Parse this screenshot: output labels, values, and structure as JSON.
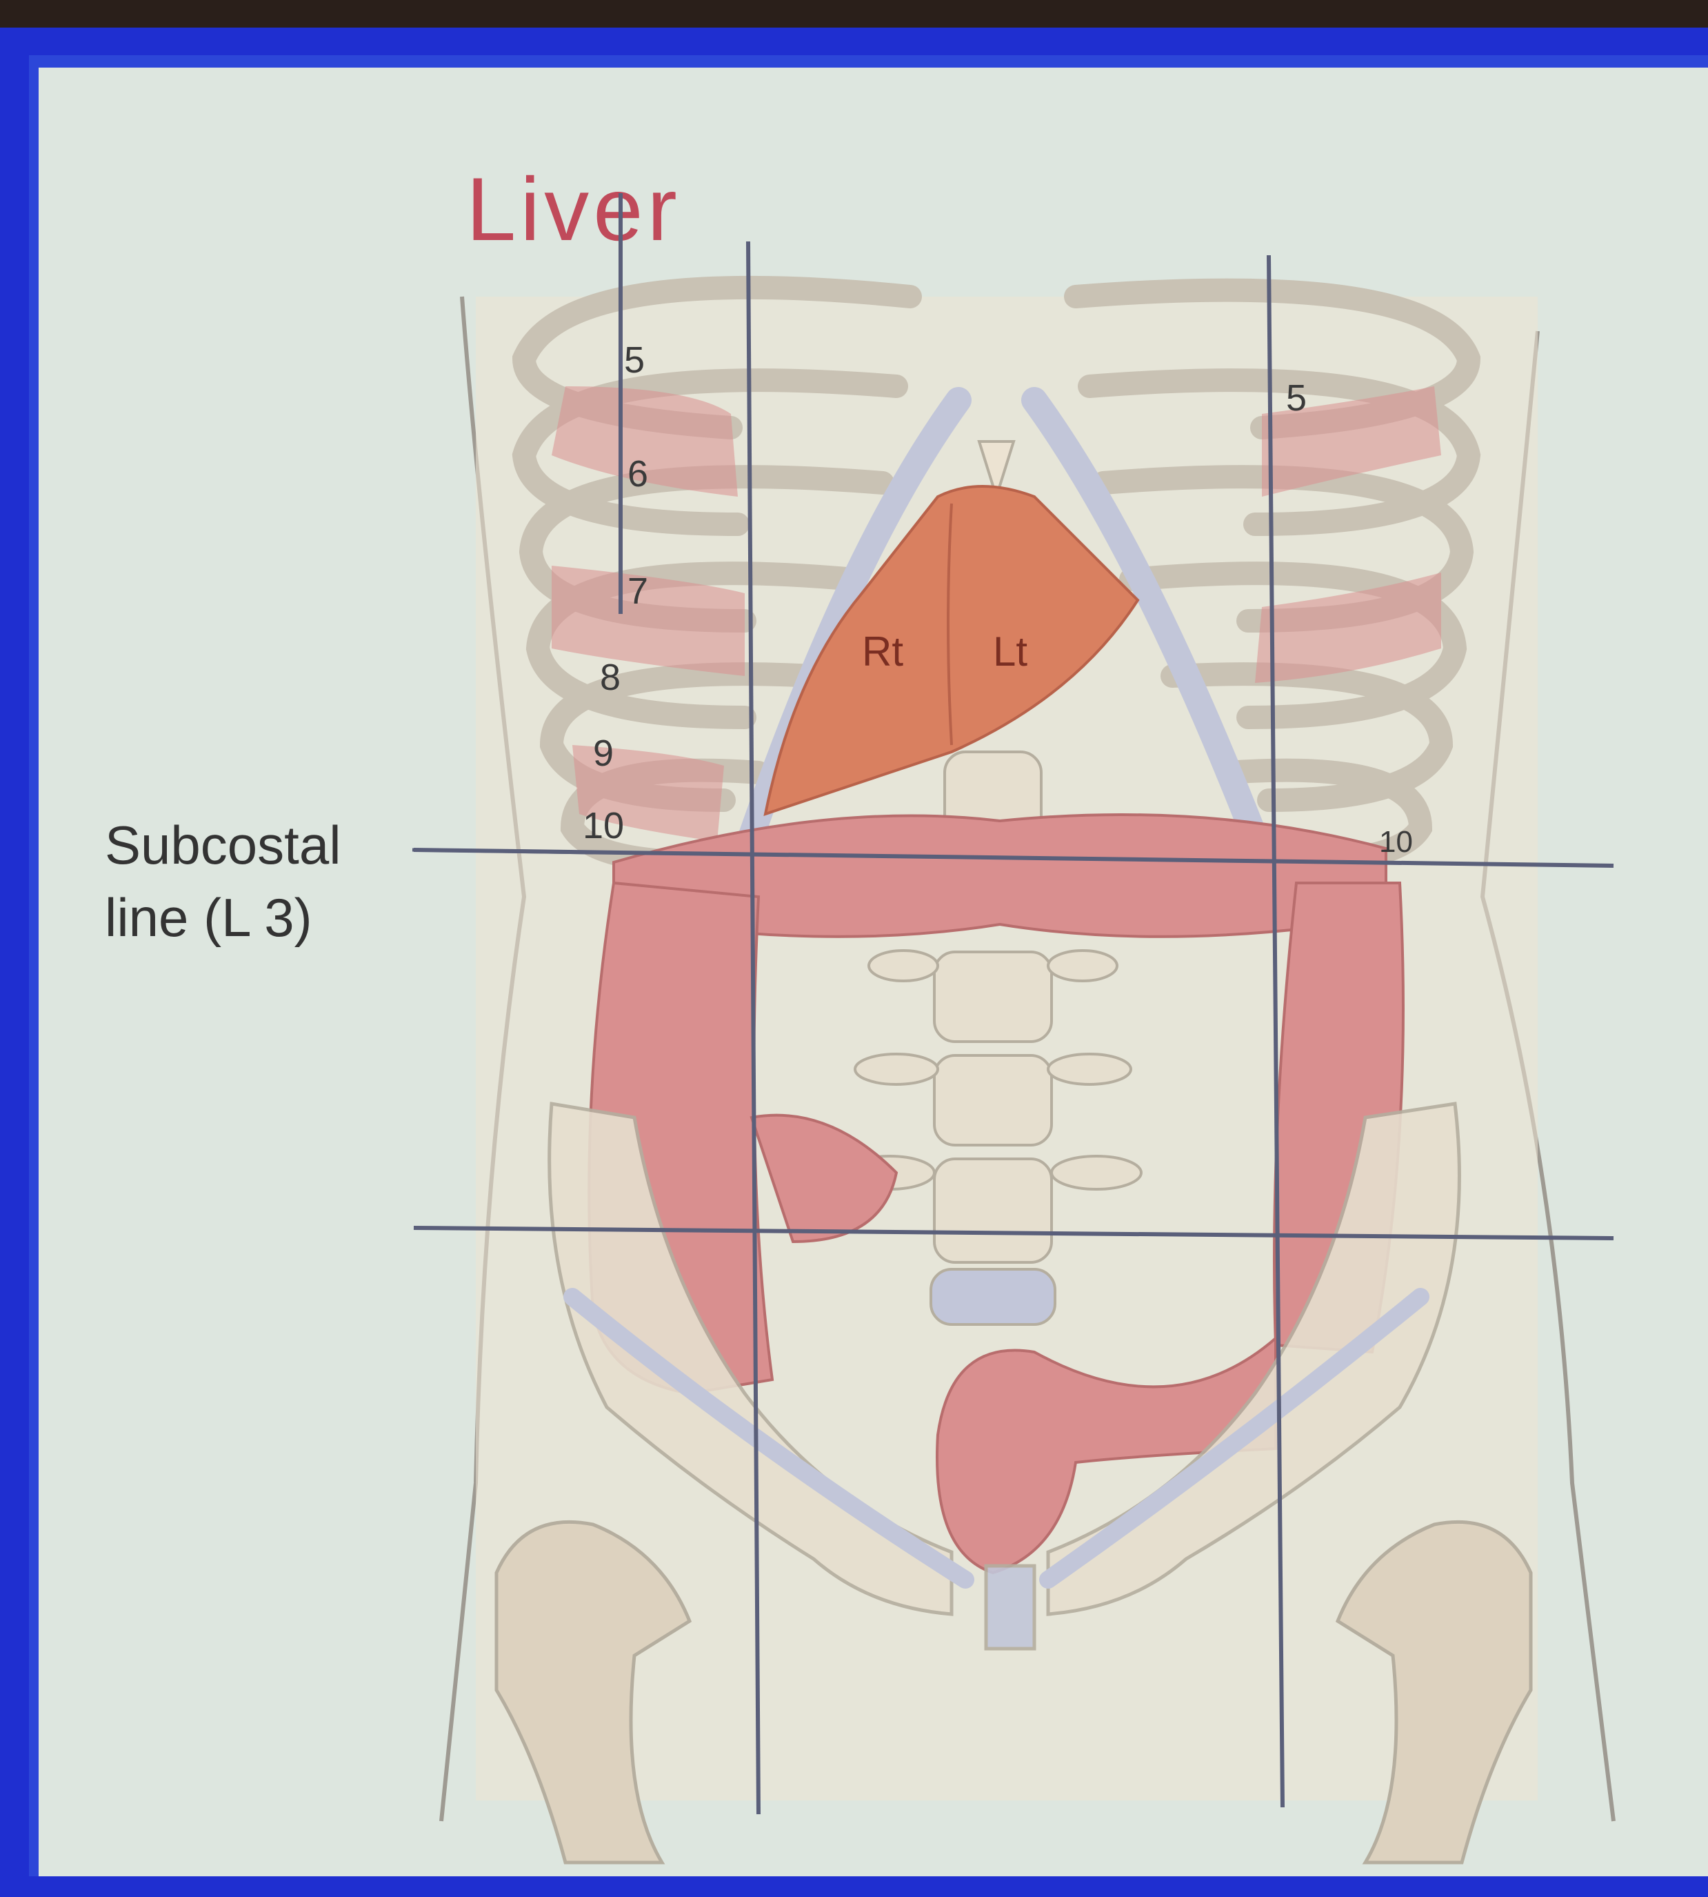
{
  "slide": {
    "title": "Liver",
    "subcostal_label_line1": "Subcostal",
    "subcostal_label_line2": "line (L 3)"
  },
  "figure": {
    "liver_lobe_right": "Rt",
    "liver_lobe_left": "Lt",
    "rib_numbers_right_side": [
      "5",
      "6",
      "7",
      "8",
      "9",
      "10"
    ],
    "rib_numbers_left_side": [
      "5",
      "10"
    ]
  },
  "colors": {
    "slide_background": "#dde6df",
    "slide_border": "#2c46d8",
    "title": "#c04a5a",
    "liver": "#d98060",
    "colon": "#d98f8f",
    "bone": "#e8e0d0",
    "grid_line": "#5a5f7a"
  }
}
